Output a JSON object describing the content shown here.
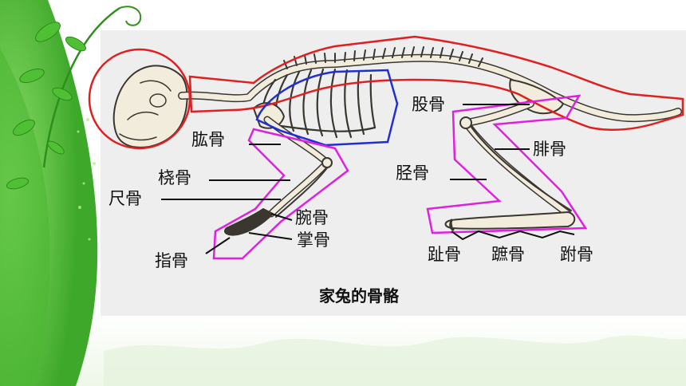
{
  "colors": {
    "panel": "#eeeeee",
    "slide_green": "#5cc23a",
    "axial_outline": "#e02020",
    "rib_outline": "#2030d0",
    "limb_outline": "#e020e0",
    "bone_fill": "#f2ecdc",
    "bone_stroke": "#3a3630"
  },
  "diagram": {
    "caption": "家兔的骨骼",
    "labels": {
      "humerus": "肱骨",
      "radius": "桡骨",
      "ulna": "尺骨",
      "carpal": "腕骨",
      "metacarpal": "掌骨",
      "phalanges_fore": "指骨",
      "femur": "股骨",
      "fibula": "腓骨",
      "tibia": "胫骨",
      "toe": "趾骨",
      "metatarsal": "蹠骨",
      "tarsal": "跗骨"
    }
  }
}
